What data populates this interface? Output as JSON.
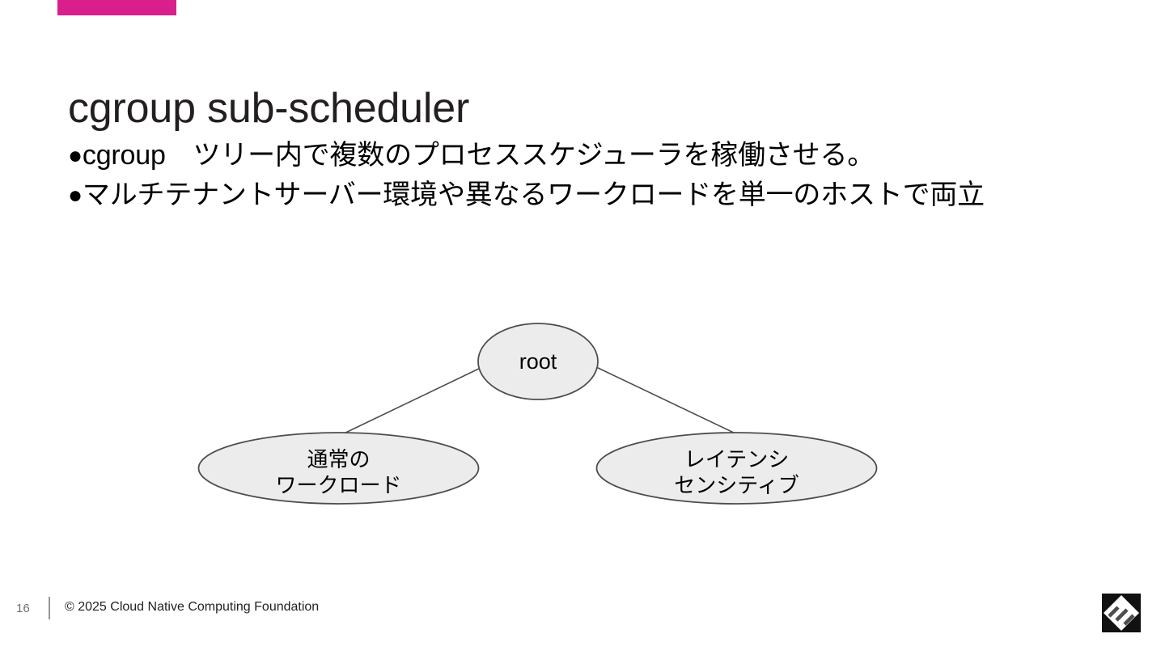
{
  "slide": {
    "title": "cgroup sub-scheduler",
    "accent_color": "#d81f8c",
    "page_number": "16"
  },
  "bullets": [
    {
      "mark": "●",
      "text": "cgroup　ツリー内で複数のプロセススケジューラを稼働させる。"
    },
    {
      "mark": "●",
      "text": "マルチテナントサーバー環境や異なるワークロードを単一のホストで両立"
    }
  ],
  "diagram": {
    "type": "tree",
    "node_fill": "#ececec",
    "node_stroke": "#4d4d4d",
    "edge_stroke": "#4d4d4d",
    "nodes": [
      {
        "id": "root",
        "label_lines": [
          "root"
        ]
      },
      {
        "id": "left",
        "label_lines": [
          "通常の",
          "ワークロード"
        ]
      },
      {
        "id": "right",
        "label_lines": [
          "レイテンシ",
          "センシティブ"
        ]
      }
    ],
    "edges": [
      {
        "from": "root",
        "to": "left"
      },
      {
        "from": "root",
        "to": "right"
      }
    ]
  },
  "footer": {
    "page_number": "16",
    "copyright": "© 2025 Cloud Native Computing Foundation",
    "logo_name": "cncf-logo"
  }
}
